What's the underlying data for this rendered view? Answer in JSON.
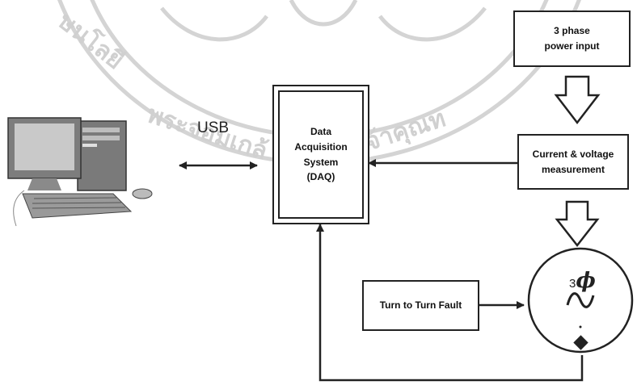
{
  "blocks": {
    "power_input": "3    phase\npower input",
    "measurement": "Current & voltage\nmeasurement",
    "daq": "Data\nAcquisition\nSystem\n(DAQ)",
    "fault": "Turn to Turn Fault"
  },
  "labels": {
    "usb": "USB",
    "motor_symbol": "3",
    "motor_phi": "ϕ"
  },
  "icons": [
    "desktop-computer-icon",
    "hollow-down-arrow-icon",
    "sine-wave-icon"
  ],
  "colors": {
    "line": "#222222",
    "watermark": "#cfcfcf",
    "background": "#ffffff"
  }
}
